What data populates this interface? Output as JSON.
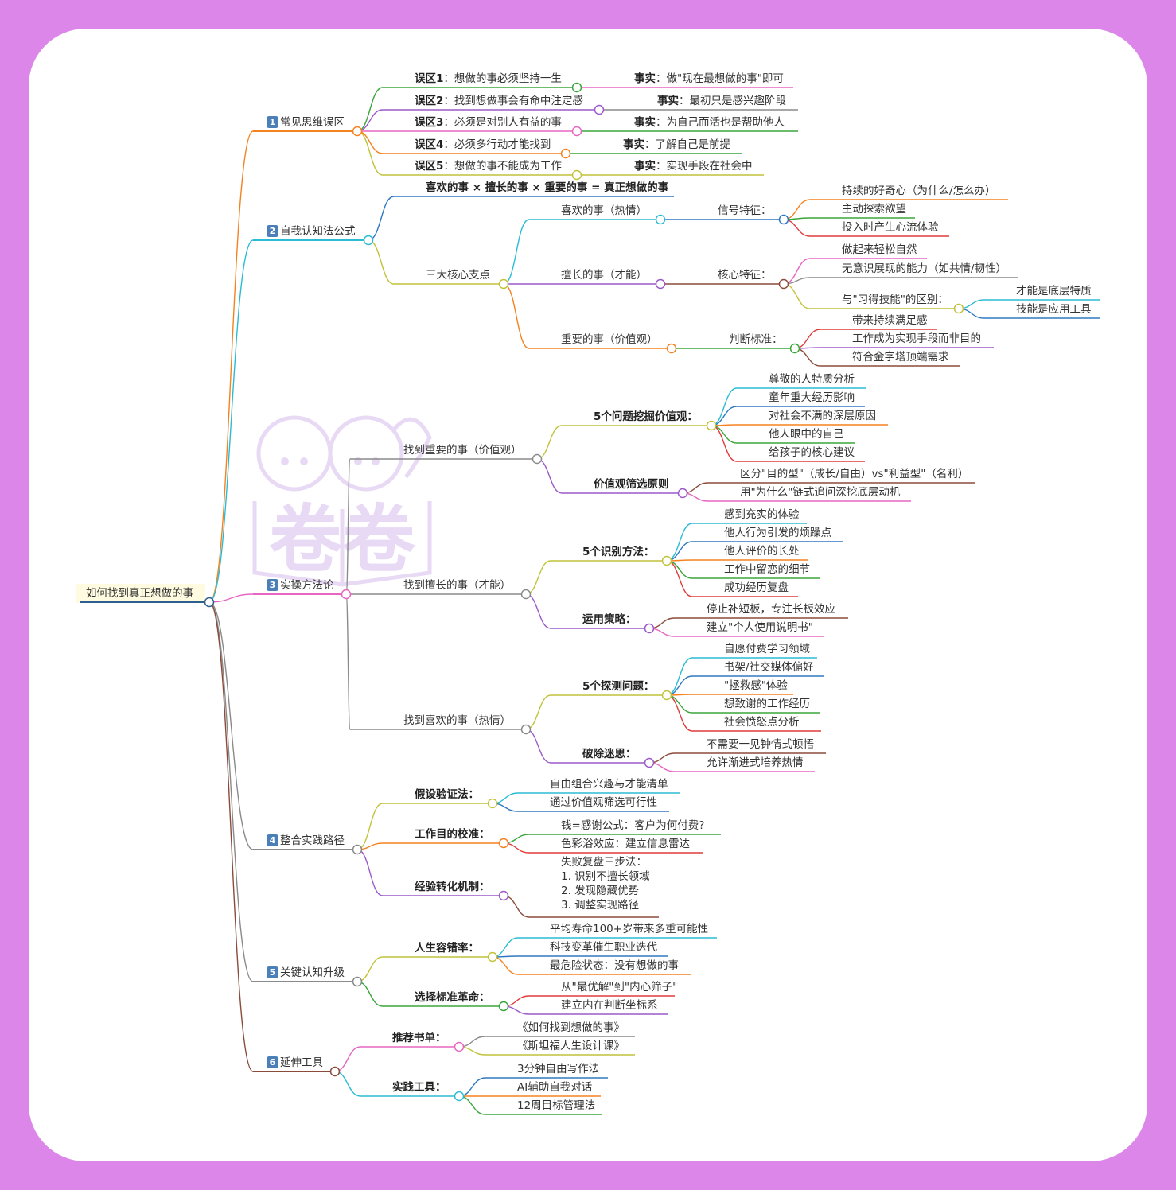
{
  "root": {
    "label": "如何找到真正想做的事"
  },
  "watermark": {
    "text": "卷卷"
  },
  "branches": [
    {
      "num": "1",
      "label": "常见思维误区",
      "items": [
        {
          "tag": "误区1",
          "text": "：想做的事必须坚持一生",
          "fact_tag": "事实",
          "fact": "：做\"现在最想做的事\"即可"
        },
        {
          "tag": "误区2",
          "text": "：找到想做事会有命中注定感",
          "fact_tag": "事实",
          "fact": "：最初只是感兴趣阶段"
        },
        {
          "tag": "误区3",
          "text": "：必须是对别人有益的事",
          "fact_tag": "事实",
          "fact": "：为自己而活也是帮助他人"
        },
        {
          "tag": "误区4",
          "text": "：必须多行动才能找到",
          "fact_tag": "事实",
          "fact": "：了解自己是前提"
        },
        {
          "tag": "误区5",
          "text": "：想做的事不能成为工作",
          "fact_tag": "事实",
          "fact": "：实现手段在社会中"
        }
      ]
    },
    {
      "num": "2",
      "label": "自我认知法公式",
      "formula": "喜欢的事 × 擅长的事 × 重要的事 = 真正想做的事",
      "core": {
        "label": "三大核心支点",
        "subs": [
          {
            "label": "喜欢的事（热情）",
            "feature": "信号特征：",
            "points": [
              "持续的好奇心（为什么/怎么办）",
              "主动探索欲望",
              "投入时产生心流体验"
            ]
          },
          {
            "label": "擅长的事（才能）",
            "feature": "核心特征：",
            "points": [
              "做起来轻松自然",
              "无意识展现的能力（如共情/韧性）"
            ],
            "diff": {
              "label": "与\"习得技能\"的区别：",
              "points": [
                "才能是底层特质",
                "技能是应用工具"
              ]
            }
          },
          {
            "label": "重要的事（价值观）",
            "feature": "判断标准：",
            "points": [
              "带来持续满足感",
              "工作成为实现手段而非目的",
              "符合金字塔顶端需求"
            ]
          }
        ]
      }
    },
    {
      "num": "3",
      "label": "实操方法论",
      "subs": [
        {
          "label": "找到重要的事（价值观）",
          "groups": [
            {
              "label": "5个问题挖掘价值观：",
              "points": [
                "尊敬的人特质分析",
                "童年重大经历影响",
                "对社会不满的深层原因",
                "他人眼中的自己",
                "给孩子的核心建议"
              ]
            },
            {
              "label": "价值观筛选原则",
              "points": [
                "区分\"目的型\"（成长/自由）vs\"利益型\"（名利）",
                "用\"为什么\"链式追问深挖底层动机"
              ]
            }
          ]
        },
        {
          "label": "找到擅长的事（才能）",
          "groups": [
            {
              "label": "5个识别方法：",
              "points": [
                "感到充实的体验",
                "他人行为引发的烦躁点",
                "他人评价的长处",
                "工作中留恋的细节",
                "成功经历复盘"
              ]
            },
            {
              "label": "运用策略：",
              "points": [
                "停止补短板，专注长板效应",
                "建立\"个人使用说明书\""
              ]
            }
          ]
        },
        {
          "label": "找到喜欢的事（热情）",
          "groups": [
            {
              "label": "5个探测问题：",
              "points": [
                "自愿付费学习领域",
                "书架/社交媒体偏好",
                "\"拯救感\"体验",
                "想致谢的工作经历",
                "社会愤怒点分析"
              ]
            },
            {
              "label": "破除迷思：",
              "points": [
                "不需要一见钟情式顿悟",
                "允许渐进式培养热情"
              ]
            }
          ]
        }
      ]
    },
    {
      "num": "4",
      "label": "整合实践路径",
      "groups": [
        {
          "label": "假设验证法：",
          "points": [
            "自由组合兴趣与才能清单",
            "通过价值观筛选可行性"
          ]
        },
        {
          "label": "工作目的校准：",
          "points": [
            "钱=感谢公式：客户为何付费?",
            "色彩浴效应：建立信息雷达"
          ]
        },
        {
          "label": "经验转化机制：",
          "points": [
            "失败复盘三步法：",
            "1. 识别不擅长领域",
            "2. 发现隐藏优势",
            "3. 调整实现路径"
          ]
        }
      ]
    },
    {
      "num": "5",
      "label": "关键认知升级",
      "groups": [
        {
          "label": "人生容错率：",
          "points": [
            "平均寿命100+岁带来多重可能性",
            "科技变革催生职业迭代",
            "最危险状态：没有想做的事"
          ]
        },
        {
          "label": "选择标准革命：",
          "points": [
            "从\"最优解\"到\"内心筛子\"",
            "建立内在判断坐标系"
          ]
        }
      ]
    },
    {
      "num": "6",
      "label": "延伸工具",
      "groups": [
        {
          "label": "推荐书单：",
          "points": [
            "《如何找到想做的事》",
            "《斯坦福人生设计课》"
          ]
        },
        {
          "label": "实践工具：",
          "points": [
            "3分钟自由写作法",
            "AI辅助自我对话",
            "12周目标管理法"
          ]
        }
      ]
    }
  ],
  "colors": {
    "background": "#dd86ea",
    "card": "#ffffff",
    "badge": "#4a7fb8",
    "watermark": "#e3d3f3"
  }
}
